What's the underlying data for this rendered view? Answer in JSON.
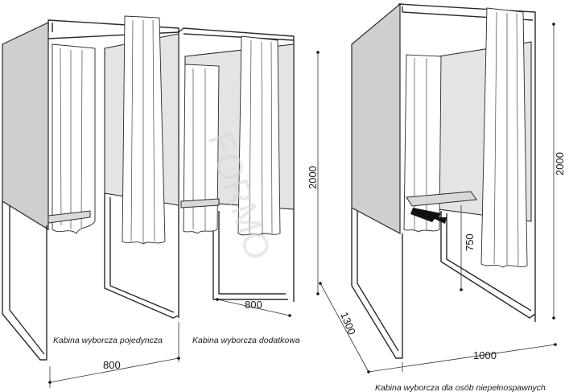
{
  "captions": {
    "single": "Kabina wyborcza pojedyncza",
    "additional": "Kabina wyborcza dodatkowa",
    "accessible": "Kabina wyborcza dla osób niepełnospawnych"
  },
  "dimensions": {
    "single_width": "800",
    "additional_width": "800",
    "double_height": "2000",
    "accessible_height": "2000",
    "accessible_depth": "1300",
    "accessible_width": "1000",
    "shelf_height": "750"
  },
  "watermark": "FORMO",
  "colors": {
    "panel": "#cfcfcf",
    "frame": "#2a2a2a"
  }
}
